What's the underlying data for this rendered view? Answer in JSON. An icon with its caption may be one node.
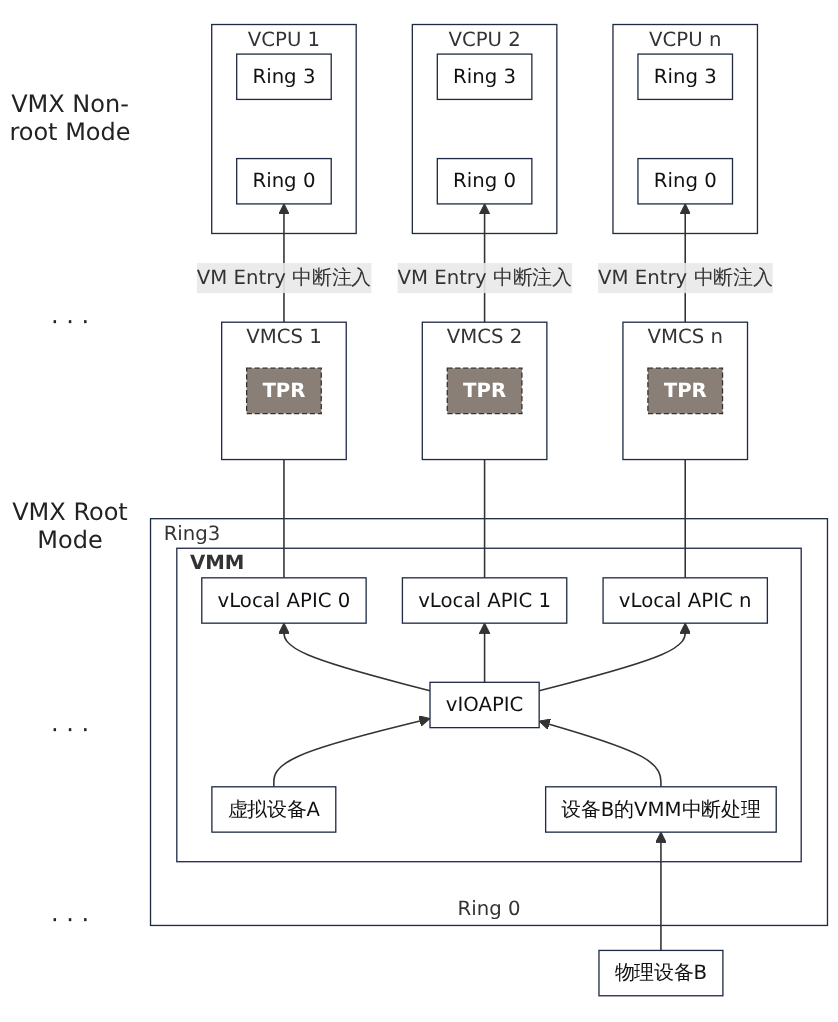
{
  "diagram": {
    "nodes": [
      {
        "text": [
          "VCPU 1"
        ]
      },
      {
        "text": [
          "Ring 3"
        ],
        "in": 0
      },
      {
        "text": [
          "Ring 0"
        ],
        "in": 0
      },
      {
        "text": [
          "VCPU 2"
        ]
      },
      {
        "text": [
          "Ring 3"
        ],
        "in": 3
      },
      {
        "text": [
          "Ring 0"
        ],
        "in": 3
      },
      {
        "text": [
          "VCPU n"
        ]
      },
      {
        "text": [
          "Ring 3"
        ],
        "in": 6
      },
      {
        "text": [
          "Ring 0"
        ],
        "in": 6
      },
      {
        "text": [
          "VMCS 1"
        ]
      },
      {
        "text": [
          "TPR"
        ],
        "in": 9
      },
      {
        "text": [
          "VMCS 2"
        ]
      },
      {
        "text": [
          "TPR"
        ],
        "in": 11
      },
      {
        "text": [
          "VMCS n"
        ]
      },
      {
        "text": [
          "TPR"
        ],
        "in": 13
      },
      {
        "text": [
          "Ring3",
          "Ring 0"
        ]
      },
      {
        "text": [
          "VMM"
        ],
        "in": 15
      },
      {
        "text": [
          "vLocal APIC 0"
        ],
        "in": 16
      },
      {
        "text": [
          "vLocal APIC 1"
        ],
        "in": 16
      },
      {
        "text": [
          "vLocal APIC n"
        ],
        "in": 16
      },
      {
        "text": [
          "vIOAPIC"
        ],
        "in": 16
      },
      {
        "text": [
          "虚拟设备A"
        ],
        "in": 16
      },
      {
        "text": [
          "设备B的VMM中断处理"
        ],
        "in": 16
      },
      {
        "text": [
          "物理设备B"
        ]
      }
    ],
    "edges": [
      {
        "from": 9,
        "to": 2,
        "arrow": "to",
        "label": "VM Entry 中断注入"
      },
      {
        "from": 11,
        "to": 5,
        "arrow": "to",
        "label": "VM Entry 中断注入"
      },
      {
        "from": 13,
        "to": 8,
        "arrow": "to",
        "label": "VM Entry 中断注入"
      },
      {
        "from": 9,
        "to": 17,
        "arrow": "none"
      },
      {
        "from": 11,
        "to": 18,
        "arrow": "none"
      },
      {
        "from": 13,
        "to": 19,
        "arrow": "none"
      },
      {
        "from": 20,
        "to": 17,
        "arrow": "to"
      },
      {
        "from": 20,
        "to": 18,
        "arrow": "to"
      },
      {
        "from": 20,
        "to": 19,
        "arrow": "to"
      },
      {
        "from": 21,
        "to": 20,
        "arrow": "to"
      },
      {
        "from": 22,
        "to": 20,
        "arrow": "to"
      },
      {
        "from": 23,
        "to": 22,
        "arrow": "to"
      }
    ],
    "labels": [
      "VMX Non-root Mode",
      "· · ·",
      "VMX Root Mode",
      "· · ·",
      "· · ·"
    ]
  }
}
